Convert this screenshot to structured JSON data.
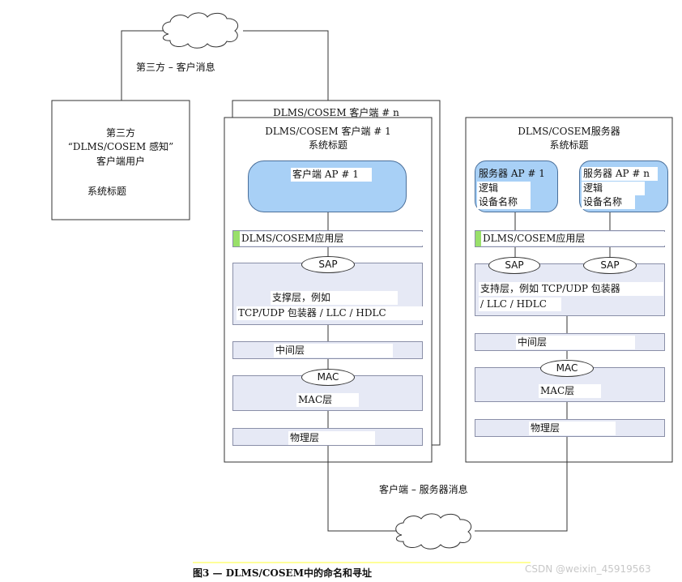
{
  "cloud_top_label": "第三方 – 客户消息",
  "cloud_bottom_label": "客户端 – 服务器消息",
  "third_party": {
    "line1": "第三方",
    "line2": "“DLMS/COSEM 感知”",
    "line3": "客户端用户",
    "line4": "系统标题"
  },
  "client_back": {
    "title": "DLMS/COSEM 客户端 # n"
  },
  "client_front": {
    "title": "DLMS/COSEM 客户端 # 1",
    "subtitle": "系统标题",
    "ap_label": "客户端 AP # 1",
    "app_layer": "DLMS/COSEM应用层",
    "sap": "SAP",
    "support_line1": "支撑层，例如",
    "support_line2": "TCP/UDP 包装器 / LLC / HDLC",
    "middle_layer": "中间层",
    "mac_oval": "MAC",
    "mac_layer": "MAC层",
    "physical_layer": "物理层"
  },
  "server": {
    "title": "DLMS/COSEM服务器",
    "subtitle": "系统标题",
    "ap1_line1": "服务器 AP # 1",
    "ap1_line2": "逻辑",
    "ap1_line3": "设备名称",
    "apn_line1": "服务器 AP # n",
    "apn_line2": "逻辑",
    "apn_line3": "设备名称",
    "app_layer": "DLMS/COSEM应用层",
    "sap1": "SAP",
    "sap2": "SAP",
    "support_line1": "支持层，例如 TCP/UDP 包装器",
    "support_line2": "/ LLC / HDLC",
    "middle_layer": "中间层",
    "mac_oval": "MAC",
    "mac_layer": "MAC层",
    "physical_layer": "物理层"
  },
  "caption": "图3 — DLMS/COSEM中的命名和寻址",
  "watermark": "CSDN @weixin_45919563",
  "colors": {
    "ap_fill": "#a8d0f6",
    "layer_fill": "#e6e9f5",
    "green": "#99e06a",
    "caption_line": "#ffff99"
  }
}
